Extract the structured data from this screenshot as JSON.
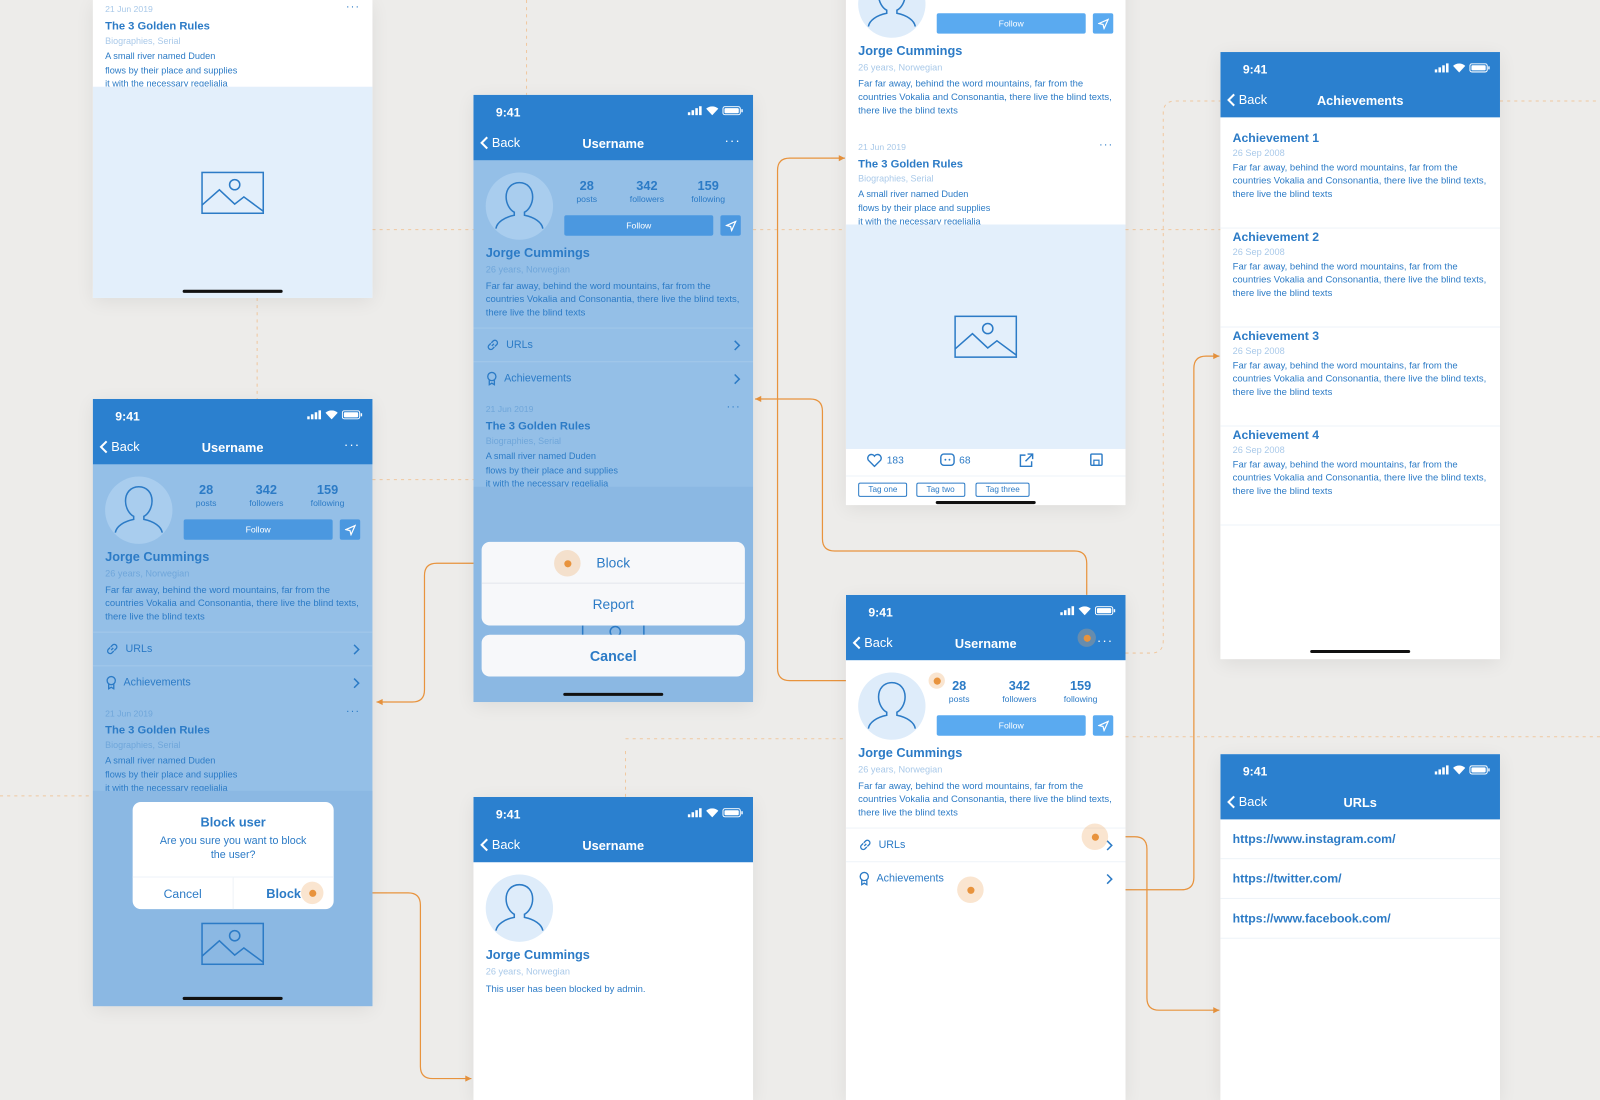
{
  "colors": {
    "header": "#2b80cf",
    "text": "#2c7bc6",
    "muted": "#a9c9e9",
    "accent_connector": "#e8933d",
    "button": "#5aaaf0",
    "canvas": "#edecea"
  },
  "status_time": "9:41",
  "nav": {
    "back": "Back",
    "username": "Username",
    "achievements": "Achievements",
    "urls": "URLs",
    "more": "···"
  },
  "profile": {
    "name": "Jorge Cummings",
    "meta": "26 years, Norwegian",
    "bio": "Far far away, behind the word mountains, far from the countries Vokalia and Consonantia, there live the blind texts, there live the blind texts",
    "stats": [
      {
        "value": "28",
        "label": "posts"
      },
      {
        "value": "342",
        "label": "followers"
      },
      {
        "value": "159",
        "label": "following"
      }
    ],
    "follow": "Follow",
    "blocked_note": "This user has been blocked by admin."
  },
  "menu": {
    "urls": "URLs",
    "achievements": "Achievements"
  },
  "post": {
    "date": "21 Jun 2019",
    "title": "The 3 Golden Rules",
    "meta": "Biographies, Serial",
    "excerpt": "A small river named Duden flows by their place and supplies it with the necessary regelialia",
    "likes": "183",
    "comments": "68",
    "tags": [
      "Tag one",
      "Tag two",
      "Tag three"
    ],
    "more": "···"
  },
  "action_sheet": {
    "block": "Block",
    "report": "Report",
    "cancel": "Cancel"
  },
  "dialog": {
    "title": "Block user",
    "message": "Are you sure you want to block the user?",
    "cancel": "Cancel",
    "confirm": "Block"
  },
  "achievements": [
    {
      "title": "Achievement 1",
      "date": "26 Sep 2008",
      "desc": "Far far away, behind the word mountains, far from the countries Vokalia and Consonantia, there live the blind texts, there live the blind texts"
    },
    {
      "title": "Achievement 2",
      "date": "26 Sep 2008",
      "desc": "Far far away, behind the word mountains, far from the countries Vokalia and Consonantia, there live the blind texts, there live the blind texts"
    },
    {
      "title": "Achievement 3",
      "date": "26 Sep 2008",
      "desc": "Far far away, behind the word mountains, far from the countries Vokalia and Consonantia, there live the blind texts, there live the blind texts"
    },
    {
      "title": "Achievement 4",
      "date": "26 Sep 2008",
      "desc": "Far far away, behind the word mountains, far from the countries Vokalia and Consonantia, there live the blind texts, there live the blind texts"
    }
  ],
  "urls": [
    "https://www.instagram.com/",
    "https://twitter.com/",
    "https://www.facebook.com/"
  ]
}
